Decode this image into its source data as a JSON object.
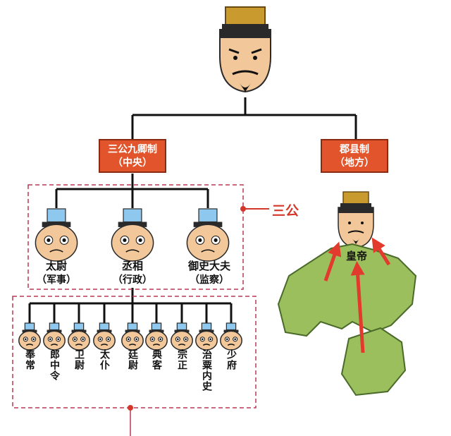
{
  "emperor_label": "皇帝",
  "central_box": {
    "title": "三公九卿制",
    "subtitle": "（中央）"
  },
  "local_box": {
    "title": "郡县制",
    "subtitle": "（地方）"
  },
  "san_gong_label": "三公",
  "san_gong": [
    {
      "title": "太尉",
      "role": "（军事）"
    },
    {
      "title": "丞相",
      "role": "（行政）"
    },
    {
      "title": "御史大夫",
      "role": "（监察）"
    }
  ],
  "jiu_qing": [
    "奉常",
    "郎中令",
    "卫尉",
    "太仆",
    "廷尉",
    "典客",
    "宗正",
    "治粟内史",
    "少府"
  ],
  "colors": {
    "accent": "#e2542b",
    "dashed": "#b83a52",
    "arrow": "#e23a2c",
    "land": "#9cbf5e",
    "line": "#111111"
  },
  "icons": [
    "emperor-face-icon",
    "official-face-icon",
    "territory-map-icon",
    "arrow-icon"
  ]
}
